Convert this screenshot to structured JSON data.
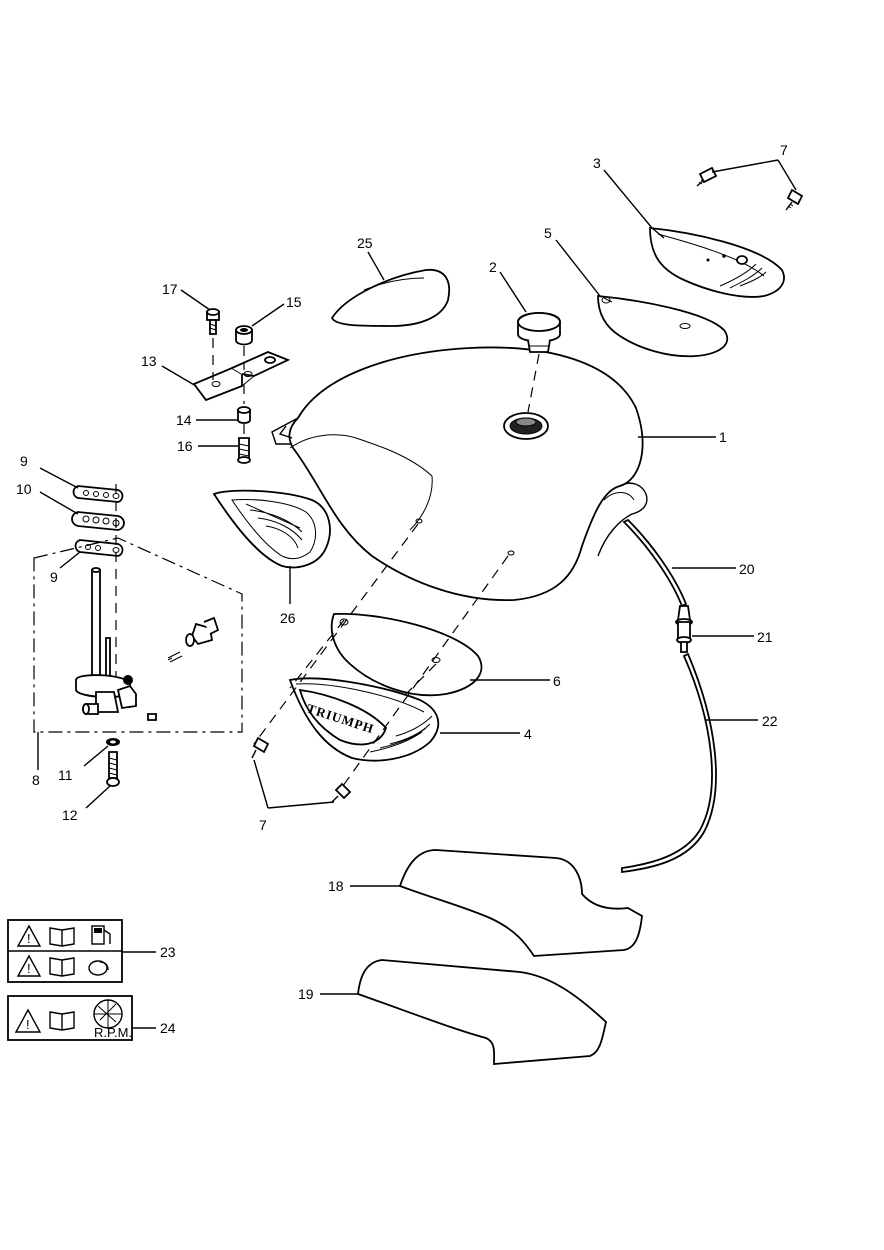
{
  "callouts": {
    "c1": "1",
    "c2": "2",
    "c3": "3",
    "c4": "4",
    "c5": "5",
    "c6": "6",
    "c7a": "7",
    "c7b": "7",
    "c8": "8",
    "c9a": "9",
    "c9b": "9",
    "c10": "10",
    "c11": "11",
    "c12": "12",
    "c13": "13",
    "c14": "14",
    "c15": "15",
    "c16": "16",
    "c17": "17",
    "c18": "18",
    "c19": "19",
    "c20": "20",
    "c21": "21",
    "c22": "22",
    "c23": "23",
    "c24": "24",
    "c25": "25",
    "c26": "26"
  },
  "badge_text": "TRIUMPH",
  "label_24_text": "R.P.M.",
  "icons": [
    "warning-triangle-icon",
    "manual-book-icon",
    "fuel-pump-icon",
    "oil-can-icon",
    "rpm-gauge-icon"
  ]
}
